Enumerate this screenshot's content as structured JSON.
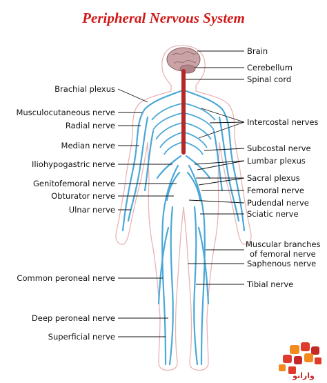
{
  "title": "Peripheral Nervous System",
  "labels_left": [
    {
      "id": "brachial-plexus",
      "text": "Brachial plexus"
    },
    {
      "id": "musculocutaneous-nerve",
      "text": "Musculocutaneous nerve"
    },
    {
      "id": "radial-nerve",
      "text": "Radial nerve"
    },
    {
      "id": "median-nerve",
      "text": "Median nerve"
    },
    {
      "id": "iliohypogastric-nerve",
      "text": "Iliohypogastric nerve"
    },
    {
      "id": "genitofemoral-nerve",
      "text": "Genitofemoral nerve"
    },
    {
      "id": "obturator-nerve",
      "text": "Obturator nerve"
    },
    {
      "id": "ulnar-nerve",
      "text": "Ulnar nerve"
    },
    {
      "id": "common-peroneal-nerve",
      "text": "Common peroneal nerve"
    },
    {
      "id": "deep-peroneal-nerve",
      "text": "Deep peroneal nerve"
    },
    {
      "id": "superficial-nerve",
      "text": "Superficial nerve"
    }
  ],
  "labels_right": [
    {
      "id": "brain",
      "text": "Brain"
    },
    {
      "id": "cerebellum",
      "text": "Cerebellum"
    },
    {
      "id": "spinal-cord",
      "text": "Spinal cord"
    },
    {
      "id": "intercostal-nerves",
      "text": "Intercostal nerves"
    },
    {
      "id": "subcostal-nerve",
      "text": "Subcostal nerve"
    },
    {
      "id": "lumbar-plexus",
      "text": "Lumbar plexus"
    },
    {
      "id": "sacral-plexus",
      "text": "Sacral plexus"
    },
    {
      "id": "femoral-nerve",
      "text": "Femoral nerve"
    },
    {
      "id": "pudendal-nerve",
      "text": "Pudendal nerve"
    },
    {
      "id": "sciatic-nerve",
      "text": "Sciatic nerve"
    },
    {
      "id": "muscular-branches-line1",
      "text": "Muscular branches"
    },
    {
      "id": "muscular-branches-line2",
      "text": "of femoral nerve"
    },
    {
      "id": "saphenous-nerve",
      "text": "Saphenous nerve"
    },
    {
      "id": "tibial-nerve",
      "text": "Tibial nerve"
    }
  ],
  "colors": {
    "title": "#d01818",
    "nerve": "#4aa8d8",
    "spinal_cord": "#b42828",
    "brain": "#c9a3a6",
    "body_outline": "#e8b4b4",
    "leader": "#111111"
  },
  "logo": {
    "text": "وارانو",
    "colors": [
      "#e03a2a",
      "#f28a1e",
      "#c62828"
    ]
  }
}
